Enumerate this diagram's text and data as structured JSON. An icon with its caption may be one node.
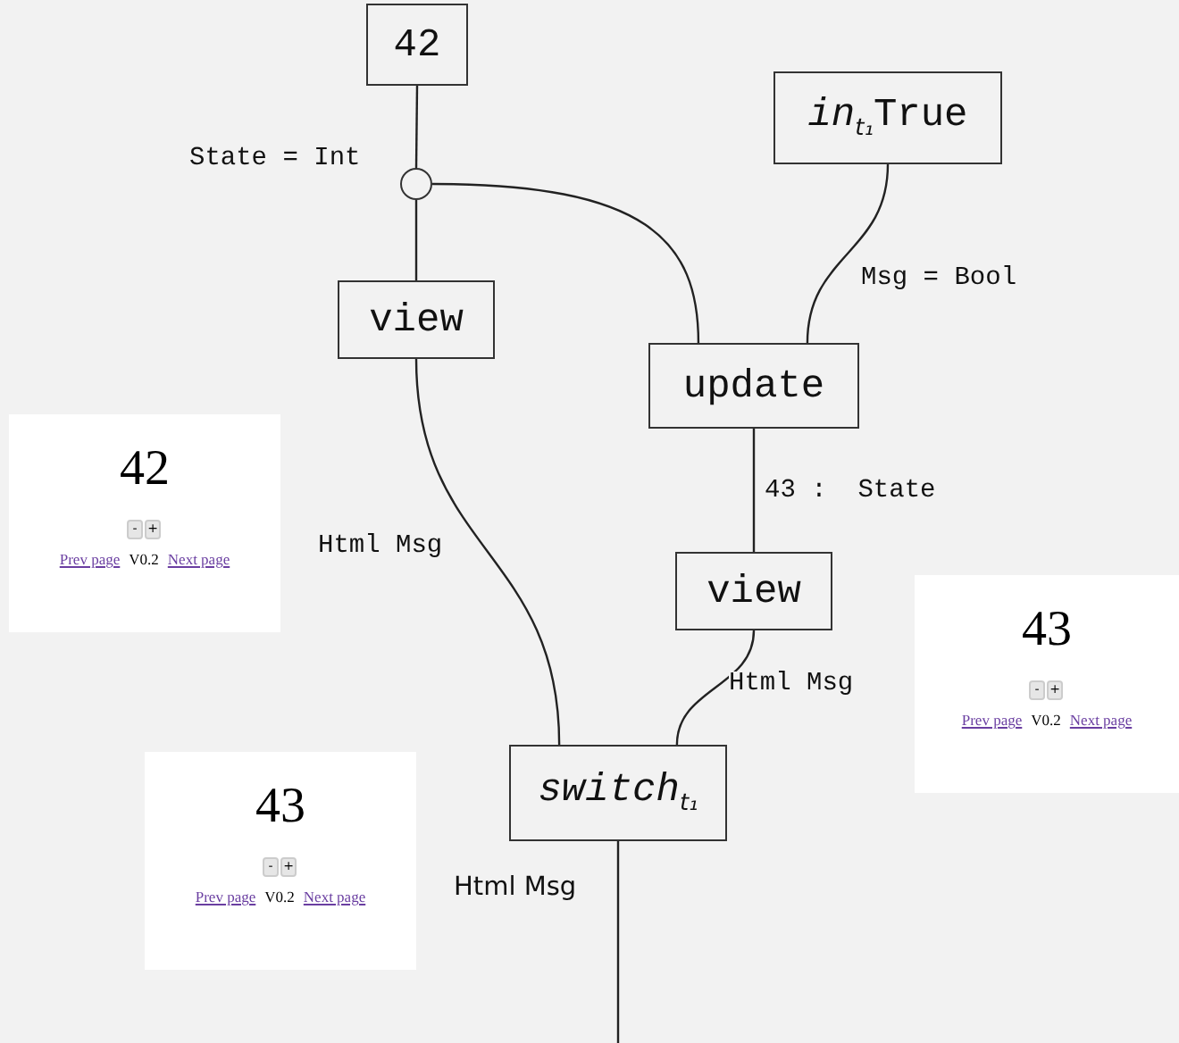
{
  "diagram": {
    "nodes": [
      {
        "text": [
          "42"
        ]
      },
      {
        "text": [
          "*in*$_{t₁}$True"
        ]
      },
      {
        "text": [],
        "shape": "circle",
        "beside": [
          "State = Int"
        ]
      },
      {
        "text": [
          "view"
        ]
      },
      {
        "text": [
          "update"
        ]
      },
      {
        "text": [
          "42",
          "-",
          "+",
          "Prev page",
          "V0.2",
          "Next page"
        ]
      },
      {
        "text": [
          "view"
        ]
      },
      {
        "text": [
          "43",
          "-",
          "+",
          "Prev page",
          "V0.2",
          "Next page"
        ]
      },
      {
        "text": [
          "*switch*$_{t₁}$"
        ]
      },
      {
        "text": [
          "43",
          "-",
          "+",
          "Prev page",
          "V0.2",
          "Next page"
        ]
      }
    ],
    "edges": [
      {
        "from": 0,
        "to": 2,
        "arrow": "none"
      },
      {
        "from": 2,
        "to": 3,
        "arrow": "none"
      },
      {
        "from": 2,
        "to": 4,
        "arrow": "none"
      },
      {
        "from": 1,
        "to": 4,
        "arrow": "none",
        "label": "Msg = Bool"
      },
      {
        "from": 3,
        "to": 8,
        "arrow": "none",
        "label": "Html Msg"
      },
      {
        "from": 4,
        "to": 6,
        "arrow": "none",
        "label": "43 :  State"
      },
      {
        "from": 6,
        "to": 8,
        "arrow": "none",
        "label": "Html Msg"
      },
      {
        "from": 8,
        "to": null,
        "arrow": "none",
        "label": "Html Msg"
      }
    ]
  }
}
